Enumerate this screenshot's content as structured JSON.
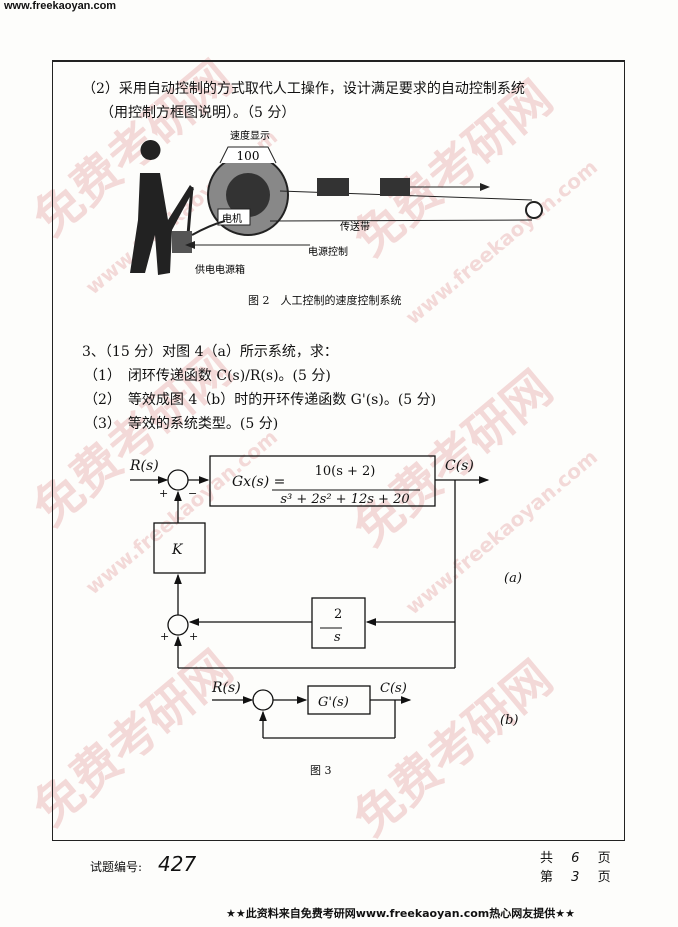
{
  "site_header": "www.freekaoyan.com",
  "question2": {
    "line1": "（2）采用自动控制的方式取代人工操作，设计满足要求的自动控制系统",
    "line2": "（用控制方框图说明）。（5 分）"
  },
  "figure2": {
    "speed_display_label": "速度显示",
    "speed_value": "100",
    "motor_label": "电机",
    "belt_label": "传送带",
    "power_control_label": "电源控制",
    "power_box_label": "供电电源箱",
    "caption": "图 2　人工控制的速度控制系统"
  },
  "question3": {
    "title": "3、（15 分）对图 4（a）所示系统，求：",
    "items": [
      "（1）　闭环传递函数 C(s)/R(s)。(5 分)",
      "（2）　等效成图 4（b）时的开环传递函数 G'(s)。(5 分)",
      "（3）　等效的系统类型。(5 分)"
    ]
  },
  "figure3": {
    "a": {
      "input": "R(s)",
      "output": "C(s)",
      "gx_lhs": "Gx(s) =",
      "gx_num": "10(s + 2)",
      "gx_den": "s³ + 2s² + 12s + 20",
      "k_block": "K",
      "int_num": "2",
      "int_den": "s",
      "sum1_signs": [
        "+",
        "−"
      ],
      "sum2_signs": [
        "+",
        "+"
      ],
      "label": "(a)"
    },
    "b": {
      "input": "R(s)",
      "output": "C(s)",
      "block": "G'(s)",
      "label": "(b)"
    },
    "caption": "图 3"
  },
  "exam_code": {
    "label": "试题编号:",
    "value": "427"
  },
  "pages": {
    "total_prefix": "共",
    "total": "6",
    "current_prefix": "第",
    "current": "3",
    "suffix": "页"
  },
  "footer_banner": "★★此资料来自免费考研网www.freekaoyan.com热心网友提供★★",
  "watermark": {
    "cn": "免费考研网",
    "url": "www.freekaoyan.com"
  }
}
